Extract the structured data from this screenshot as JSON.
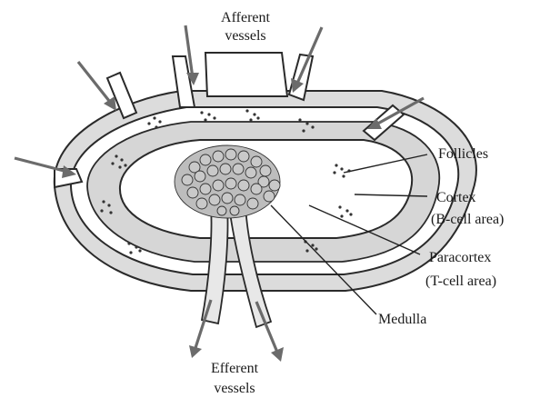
{
  "labels": {
    "afferent_line1": "Afferent",
    "afferent_line2": "vessels",
    "follicles": "Follicles",
    "cortex_line1": "Cortex",
    "cortex_line2": "(B-cell area)",
    "paracortex_line1": "Paracortex",
    "paracortex_line2": "(T-cell area)",
    "medulla": "Medulla",
    "efferent_line1": "Efferent",
    "efferent_line2": "vessels"
  },
  "colors": {
    "capsule": "#dcdcdc",
    "cortex": "#d6d6d6",
    "arrow": "#6b6b6b",
    "outline": "#2a2a2a"
  }
}
